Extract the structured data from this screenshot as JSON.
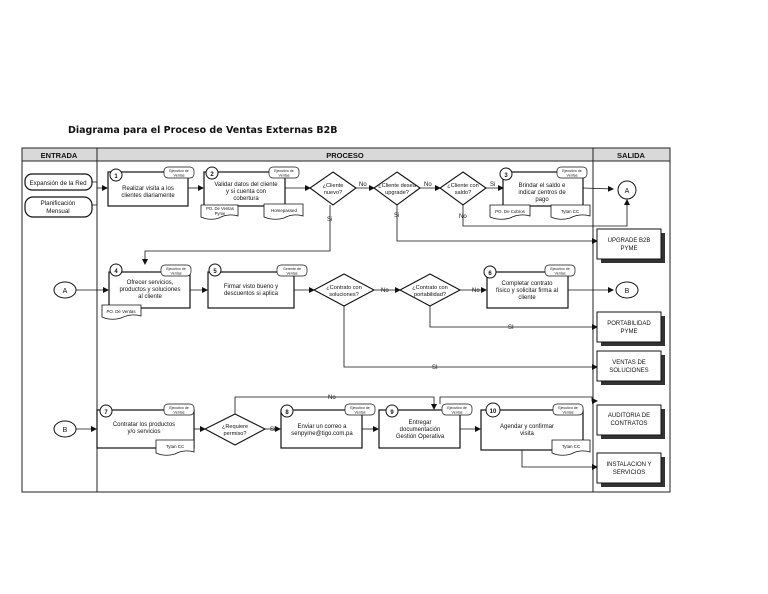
{
  "title": "Diagrama para el Proceso de Ventas Externas B2B",
  "columns": {
    "entrada": "ENTRADA",
    "proceso": "PROCESO",
    "salida": "SALIDA"
  },
  "inputs": {
    "expansion": "Expansión de la Red",
    "planificacion": [
      "Planificación",
      "Mensual"
    ]
  },
  "connectors": {
    "a": "A",
    "b": "B"
  },
  "role_ejecutivo": [
    "Ejecutivo de",
    "Ventas"
  ],
  "role_gerente": [
    "Gerente de",
    "Ventas"
  ],
  "steps": {
    "s1": {
      "num": "1",
      "lines": [
        "Realizar visita a los",
        "clientes diariamente"
      ]
    },
    "s2": {
      "num": "2",
      "lines": [
        "Validar datos del cliente",
        "y si cuenta con",
        "cobertura"
      ]
    },
    "s3": {
      "num": "3",
      "lines": [
        "Brindar el saldo e",
        "indicar  centros de",
        "pago"
      ]
    },
    "s4": {
      "num": "4",
      "lines": [
        "Ofrecer servicios,",
        "productos y soluciones",
        "al cliente"
      ]
    },
    "s5": {
      "num": "5",
      "lines": [
        "Firmar visto bueno y",
        "descuentos si aplica"
      ]
    },
    "s6": {
      "num": "6",
      "lines": [
        "Completar contrato",
        "físico y solicitar firma al",
        "cliente"
      ]
    },
    "s7": {
      "num": "7",
      "lines": [
        "Contratar los productos",
        "y/o  servicios"
      ]
    },
    "s8": {
      "num": "8",
      "lines": [
        "Enviar un correo a",
        "senpyme@tigo.com.pa"
      ]
    },
    "s9": {
      "num": "9",
      "lines": [
        "Entregar",
        "documentación",
        "Gestión Operativa"
      ]
    },
    "s10": {
      "num": "10",
      "lines": [
        "Agendar y confirmar",
        "visita"
      ]
    }
  },
  "decisions": {
    "nuevo": [
      "¿Cliente",
      "nuevo?"
    ],
    "upgrade": [
      "¿Cliente desea",
      "upgrade?"
    ],
    "saldo": [
      "¿Cliente con",
      "saldo?"
    ],
    "soluciones": [
      "¿Contrato con",
      "soluciones?"
    ],
    "portabilidad": [
      "¿Contrato con",
      "portabilidad?"
    ],
    "permiso": [
      "¿Requiere",
      "permiso?"
    ]
  },
  "docs": {
    "po_ventas_pyme": [
      "PO. De Ventas",
      "Pyme"
    ],
    "homepassed": "Homepassed",
    "po_cobros": "PO. De Cobros",
    "tytan": "Tytan CC",
    "po_ventas": "PO. De Ventas"
  },
  "labels": {
    "si": "Si",
    "no": "No",
    "si_upper": "SI"
  },
  "outputs": {
    "upgrade": [
      "UPGRADE B2B",
      "PYME"
    ],
    "portabilidad": [
      "PORTABILIDAD",
      "PYME"
    ],
    "ventas": [
      "VENTAS DE",
      "SOLUCIONES"
    ],
    "auditoria": [
      "AUDITORIA DE",
      "CONTRATOS"
    ],
    "instalacion": [
      "INSTALACION Y",
      "SERVICIOS"
    ]
  }
}
